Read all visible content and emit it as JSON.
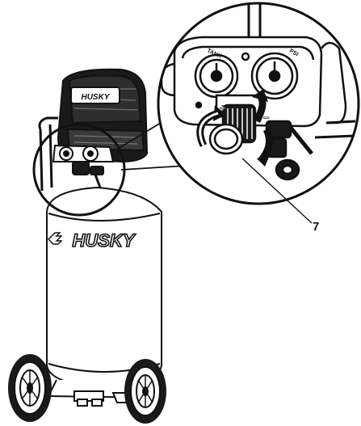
{
  "diagram": {
    "brand_tank": "HUSKY",
    "brand_shroud": "HUSKY",
    "callout_number": "7",
    "gauge_left_label": "TANK",
    "gauge_right_label": "PSI",
    "regulator_increase_symbol": "+",
    "regulator_decrease_symbol": "−"
  },
  "colors": {
    "line": "#111111",
    "fill_light": "#ffffff",
    "fill_dark": "#1a1a1a"
  }
}
